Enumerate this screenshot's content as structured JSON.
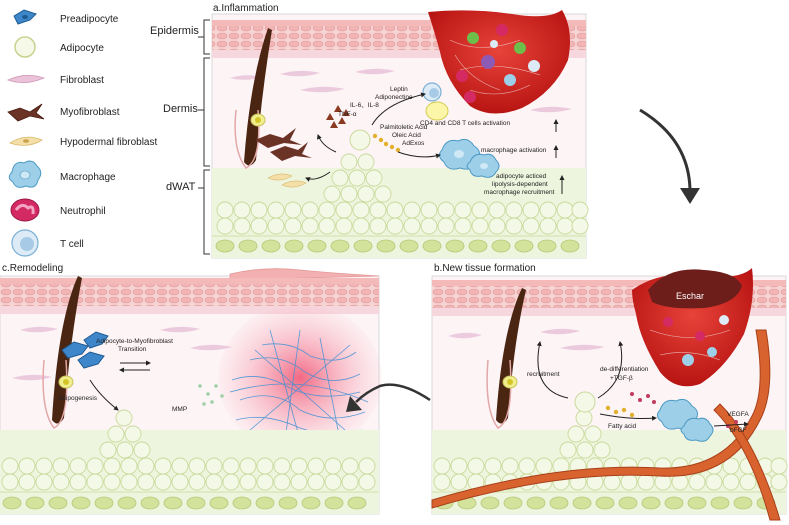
{
  "legend": {
    "items": [
      {
        "icon": "preadipocyte-icon",
        "label": "Preadipocyte"
      },
      {
        "icon": "adipocyte-icon",
        "label": "Adipocyte"
      },
      {
        "icon": "fibroblast-icon",
        "label": "Fibroblast"
      },
      {
        "icon": "myofibroblast-icon",
        "label": "Myofibroblast"
      },
      {
        "icon": "hypodermal-fibroblast-icon",
        "label": "Hypodermal fibroblast"
      },
      {
        "icon": "macrophage-icon",
        "label": "Macrophage"
      },
      {
        "icon": "neutrophil-icon",
        "label": "Neutrophil"
      },
      {
        "icon": "t-cell-icon",
        "label": "T cell"
      }
    ]
  },
  "layers": {
    "epidermis": "Epidermis",
    "dermis": "Dermis",
    "dwat": "dWAT"
  },
  "panel_a": {
    "title": "a.Inflammation",
    "leptin": "Leptin",
    "adiponectin": "Adiponectine",
    "il": "IL-6、IL-8",
    "tnf": "TNF-α",
    "palmitoleic": "Palmitoletic Acid",
    "oleic": "Oleic Acid",
    "adexos": "AdExos",
    "tcell_activation": "CD4 and CD8 T cells activation",
    "macrophage_activation": "macrophage activation",
    "adipocyte_line1": "adipocyte acticed",
    "adipocyte_line2": "lipolysis-dependent",
    "adipocyte_line3": "macrophage recruitment"
  },
  "panel_b": {
    "title": "b.New tissue formation",
    "eschar": "Eschar",
    "recruitment": "recruitment",
    "dediff_line1": "de-differentiation",
    "dediff_line2": "+TGF-β",
    "fatty_acid": "Fatty acid",
    "vegfa": "VEGFA",
    "bfgf": "bFGF"
  },
  "panel_c": {
    "title": "c.Remodeling",
    "transition_line1": "Adipocyte-to-Myofibroblast",
    "transition_line2": "Transition",
    "adipogenesis": "Adipogenesis",
    "mmp": "MMP"
  },
  "colors": {
    "skin_pink": "#f4c2c2",
    "epidermis_band": "#e88a8a",
    "dermis": "#fbeef1",
    "fat_green": "#e3efc7",
    "fat_cell": "#d6e6a6",
    "wound_red": "#d9231f",
    "hair": "#4a2512",
    "macrophage": "#9ecfe8",
    "vessel": "#d9632e"
  }
}
